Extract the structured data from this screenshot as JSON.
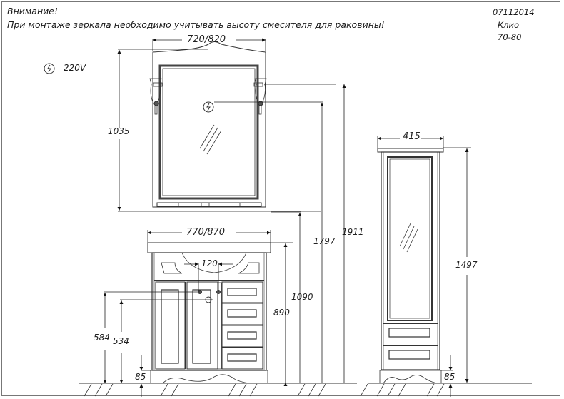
{
  "header": {
    "warning_title": "Внимание!",
    "warning_text": "При монтаже зеркала необходимо учитывать высоту смесителя для раковины!",
    "doc_code": "07112014",
    "model_name": "Клио",
    "model_size": "70-80"
  },
  "legend": {
    "power_icon": "lightning-circle-icon",
    "power_label": "220V"
  },
  "mirror": {
    "width_label": "720/820",
    "height_label": "1035",
    "top_height_label": "1911",
    "socket_height_label": "1797"
  },
  "vanity": {
    "width_label": "770/870",
    "faucet_spacing_label": "120",
    "counter_height_label": "890",
    "splash_height_label": "1090",
    "water_inlet_height_label": "584",
    "drain_height_label": "534",
    "plinth_height_label": "85"
  },
  "tall_cabinet": {
    "width_label": "415",
    "height_label": "1497",
    "plinth_height_label": "85"
  },
  "colors": {
    "line": "#333333",
    "frame": "#777777",
    "background": "#ffffff"
  }
}
